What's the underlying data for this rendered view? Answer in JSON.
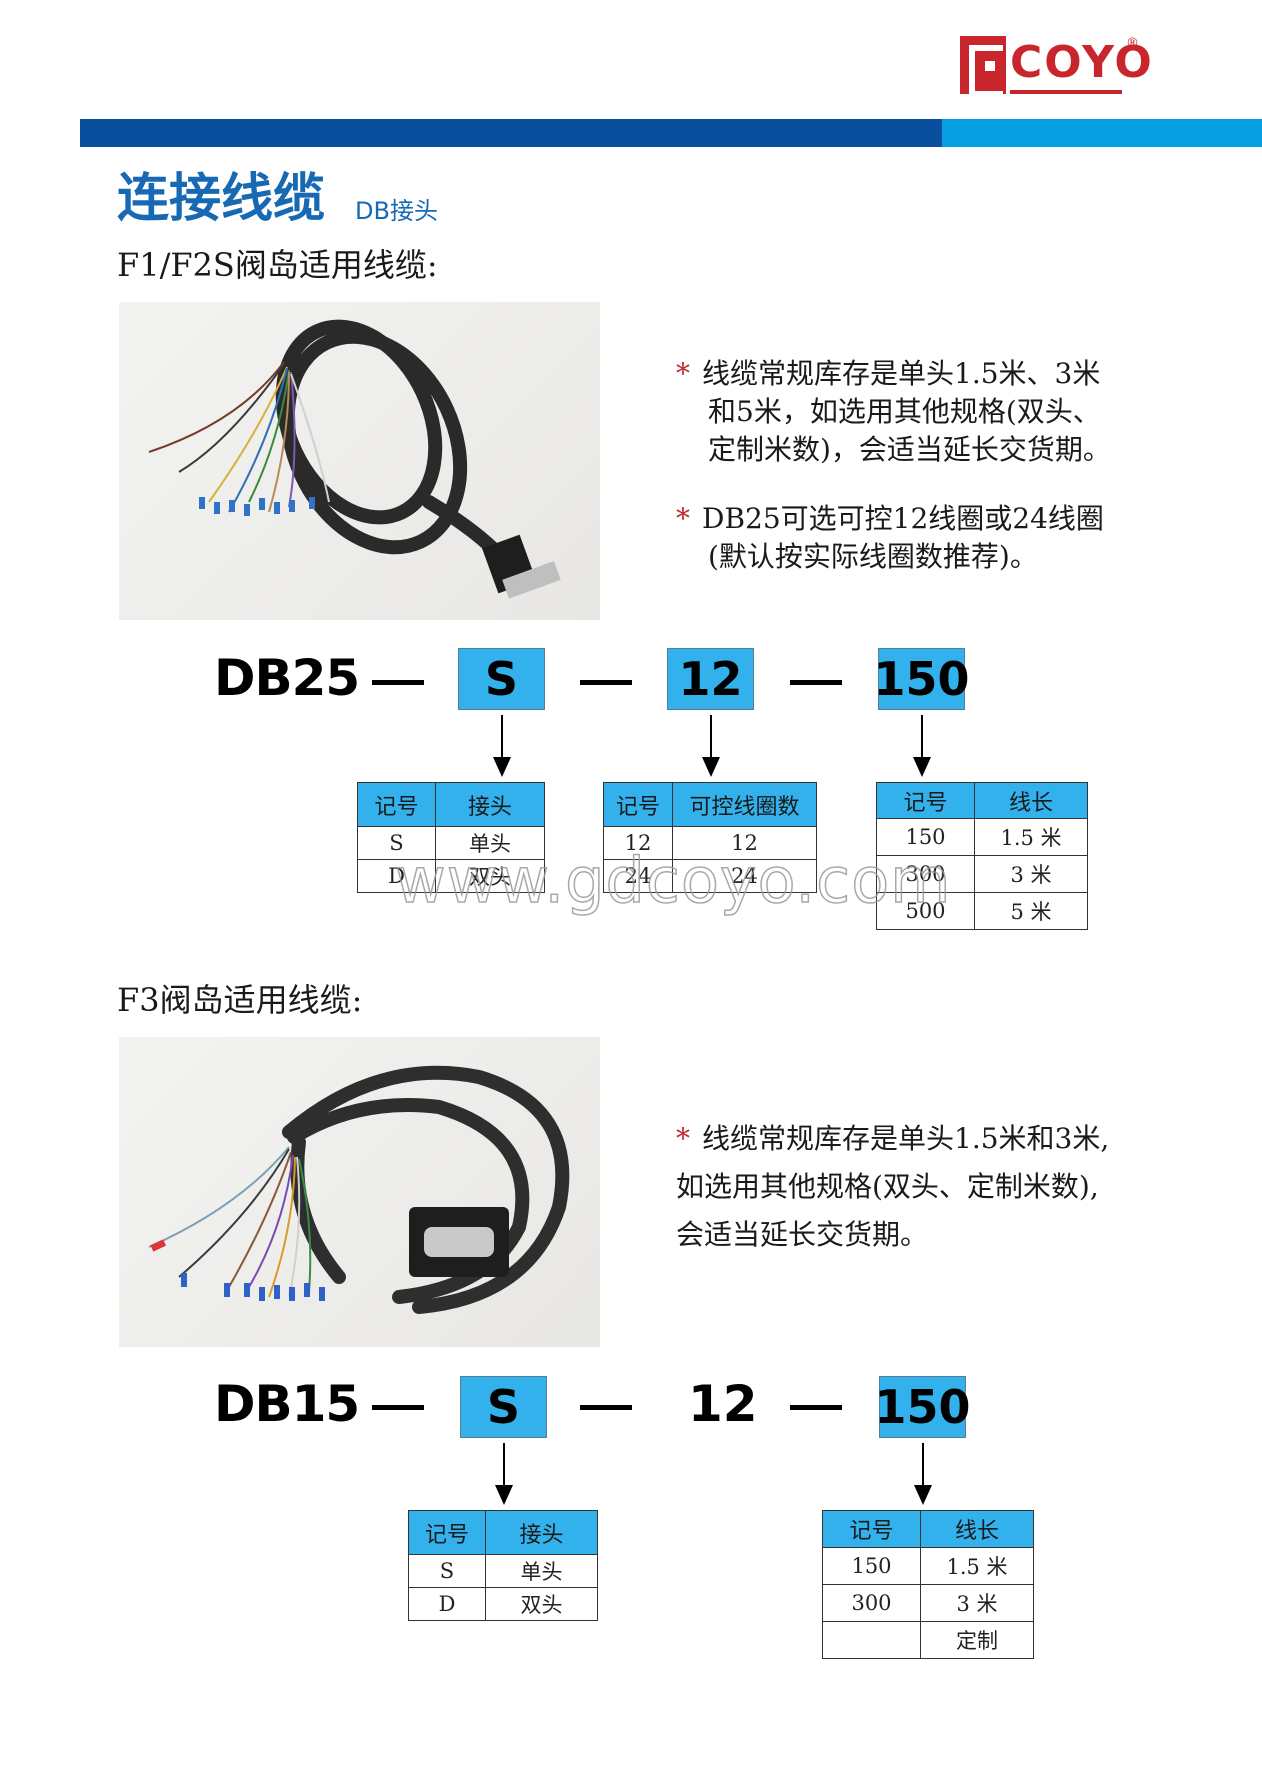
{
  "brand": {
    "logo_text": "COYO",
    "logo_mark": "C",
    "registered": "®",
    "colors": {
      "logo_red": "#c8262c",
      "bar_dark": "#0a4f9e",
      "bar_light": "#069ee3",
      "title_blue": "#1869b3",
      "cell_blue": "#32b1ec",
      "asterisk_red": "#c0282d"
    }
  },
  "header": {
    "title": "连接线缆",
    "subtitle": "DB接头"
  },
  "section1": {
    "heading": "F1/F2S阀岛适用线缆:",
    "photo_alt": "DB25 cable with flying leads and ferrules",
    "notes": [
      {
        "star": "*",
        "lines": [
          "线缆常规库存是单头1.5米、3米",
          "和5米，如选用其他规格(双头、",
          "定制米数)，会适当延长交货期。"
        ]
      },
      {
        "star": "*",
        "lines": [
          "DB25可选可控12线圈或24线圈",
          "(默认按实际线圈数推荐)。"
        ]
      }
    ],
    "code": {
      "prefix": "DB25",
      "dash": "—",
      "parts": [
        "S",
        "12",
        "150"
      ]
    },
    "tables": [
      {
        "headers": [
          "记号",
          "接头"
        ],
        "rows": [
          [
            "S",
            "单头"
          ],
          [
            "D",
            "双头"
          ]
        ]
      },
      {
        "headers": [
          "记号",
          "可控线圈数"
        ],
        "rows": [
          [
            "12",
            "12"
          ],
          [
            "24",
            "24"
          ]
        ]
      },
      {
        "headers": [
          "记号",
          "线长"
        ],
        "rows": [
          [
            "150",
            "1.5 米"
          ],
          [
            "300",
            "3 米"
          ],
          [
            "500",
            "5 米"
          ]
        ]
      }
    ]
  },
  "watermark": "www.gdcoyo.com",
  "section2": {
    "heading": "F3阀岛适用线缆:",
    "photo_alt": "DB15 cable with flying leads and ferrules",
    "notes": [
      {
        "star": "*",
        "lines": [
          "线缆常规库存是单头1.5米和3米,",
          "如选用其他规格(双头、定制米数),",
          "会适当延长交货期。"
        ]
      }
    ],
    "code": {
      "prefix": "DB15",
      "dash": "—",
      "parts": [
        "S",
        "12",
        "150"
      ]
    },
    "tables": [
      {
        "headers": [
          "记号",
          "接头"
        ],
        "rows": [
          [
            "S",
            "单头"
          ],
          [
            "D",
            "双头"
          ]
        ]
      },
      {
        "headers": [
          "记号",
          "线长"
        ],
        "rows": [
          [
            "150",
            "1.5 米"
          ],
          [
            "300",
            "3 米"
          ],
          [
            "",
            "定制"
          ]
        ]
      }
    ]
  }
}
